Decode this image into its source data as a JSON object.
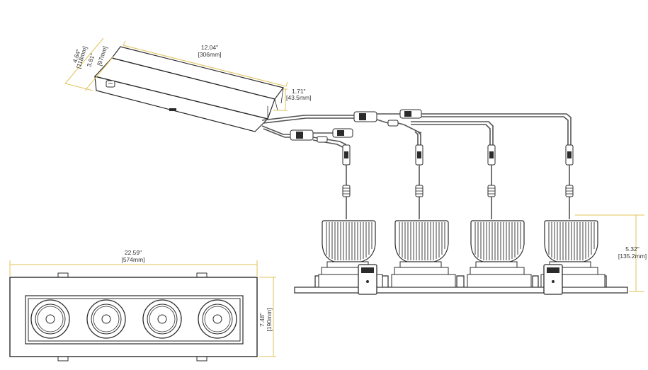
{
  "driver": {
    "length_in": "12.04\"",
    "length_mm": "[306mm]",
    "width_in": "4.64\"",
    "width_mm": "[118mm]",
    "depth_in": "3.81\"",
    "depth_mm": "[97mm]",
    "height_in": "1.71\"",
    "height_mm": "[43.5mm]"
  },
  "fixture": {
    "height_in": "5.32\"",
    "height_mm": "[135.2mm]"
  },
  "trim": {
    "length_in": "22.59\"",
    "length_mm": "[574mm]",
    "width_in": "7.48\"",
    "width_mm": "[190mm]"
  },
  "colors": {
    "dimension_line": "#e2c35a",
    "outline": "#2b2b2b",
    "wire": "#555555"
  }
}
